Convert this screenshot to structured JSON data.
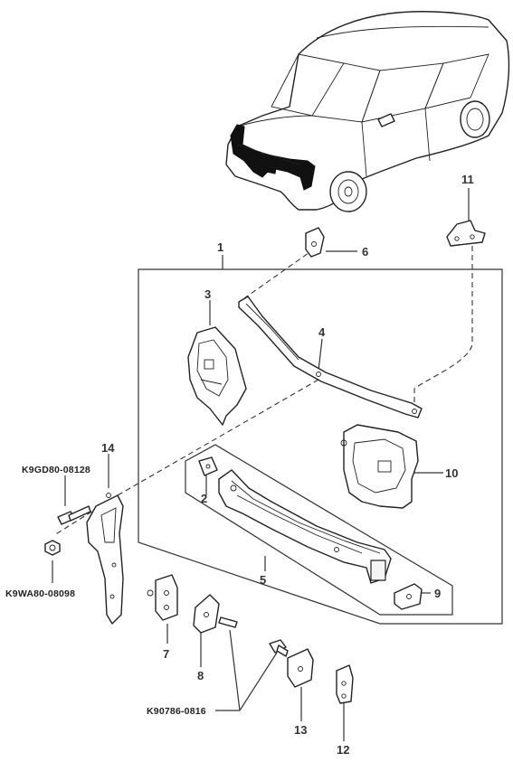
{
  "callouts": {
    "c1": "1",
    "c2": "2",
    "c3": "3",
    "c4": "4",
    "c5": "5",
    "c6": "6",
    "c7": "7",
    "c8": "8",
    "c9": "9",
    "c10": "10",
    "c11": "11",
    "c12": "12",
    "c13": "13",
    "c14": "14"
  },
  "part_numbers": {
    "bolt_top": "K9GD80-08128",
    "nut": "K9WA80-08098",
    "bolt_bottom": "K90786-0816"
  }
}
